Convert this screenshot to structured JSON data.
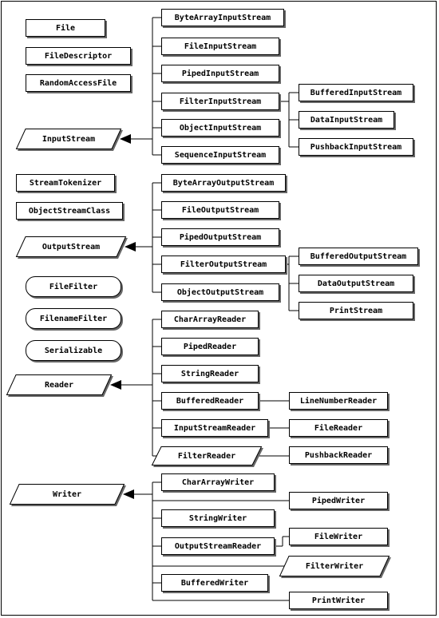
{
  "nodes": {
    "file": "File",
    "file_descriptor": "FileDescriptor",
    "random_access_file": "RandomAccessFile",
    "input_stream": "InputStream",
    "byte_array_input_stream": "ByteArrayInputStream",
    "file_input_stream": "FileInputStream",
    "piped_input_stream": "PipedInputStream",
    "filter_input_stream": "FilterInputStream",
    "object_input_stream": "ObjectInputStream",
    "sequence_input_stream": "SequenceInputStream",
    "buffered_input_stream": "BufferedInputStream",
    "data_input_stream": "DataInputStream",
    "pushback_input_stream": "PushbackInputStream",
    "stream_tokenizer": "StreamTokenizer",
    "object_stream_class": "ObjectStreamClass",
    "output_stream": "OutputStream",
    "byte_array_output_stream": "ByteArrayOutputStream",
    "file_output_stream": "FileOutputStream",
    "piped_output_stream": "PipedOutputStream",
    "filter_output_stream": "FilterOutputStream",
    "object_output_stream": "ObjectOutputStream",
    "buffered_output_stream": "BufferedOutputStream",
    "data_output_stream": "DataOutputStream",
    "print_stream": "PrintStream",
    "file_filter": "FileFilter",
    "filename_filter": "FilenameFilter",
    "serializable": "Serializable",
    "reader": "Reader",
    "char_array_reader": "CharArrayReader",
    "piped_reader": "PipedReader",
    "string_reader": "StringReader",
    "buffered_reader": "BufferedReader",
    "line_number_reader": "LineNumberReader",
    "input_stream_reader": "InputStreamReader",
    "file_reader": "FileReader",
    "filter_reader": "FilterReader",
    "pushback_reader": "PushbackReader",
    "writer": "Writer",
    "char_array_writer": "CharArrayWriter",
    "piped_writer": "PipedWriter",
    "string_writer": "StringWriter",
    "output_stream_reader": "OutputStreamReader",
    "file_writer": "FileWriter",
    "filter_writer": "FilterWriter",
    "buffered_writer": "BufferedWriter",
    "print_writer": "PrintWriter"
  },
  "shape_kinds": {
    "abstract_class": "parallelogram",
    "interface": "rounded-rectangle",
    "concrete_class": "rectangle"
  },
  "colors": {
    "line": "#000000",
    "shadow": "#666666",
    "fill": "#ffffff"
  }
}
